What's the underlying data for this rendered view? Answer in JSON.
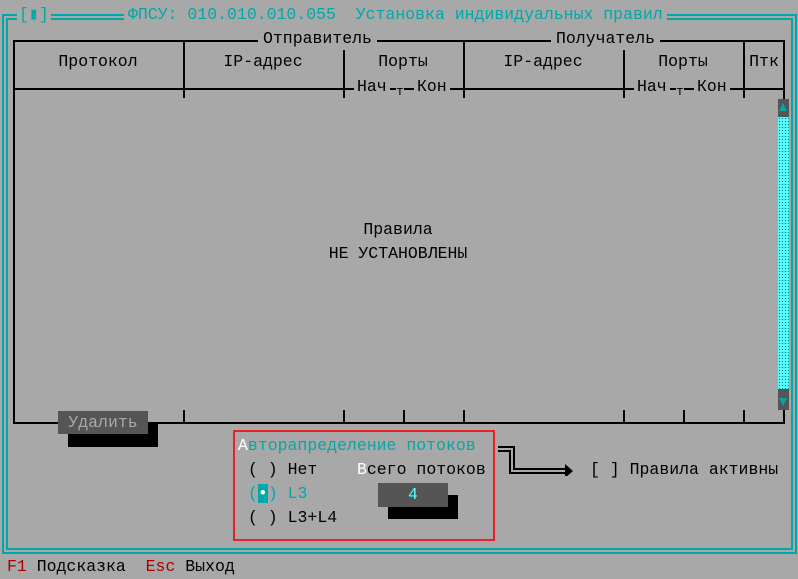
{
  "window": {
    "close_icon": "[▮]",
    "title": "ФПСУ: 010.010.010.055  Установка индивидуальных правил"
  },
  "table": {
    "group_sender": "Отправитель",
    "group_receiver": "Получатель",
    "columns": {
      "protocol": "Протокол",
      "src_ip": "IP-адрес",
      "src_ports": "Порты",
      "dst_ip": "IP-адрес",
      "dst_ports": "Порты",
      "ptk": "Птк"
    },
    "port_start": "Нач",
    "port_end": "Кон",
    "empty_line1": "Правила",
    "empty_line2": "НЕ УСТАНОВЛЕНЫ"
  },
  "delete_button": "Удалить",
  "autodist": {
    "hotkey": "А",
    "title_rest": "вторапределение потоков",
    "options": [
      {
        "label": "Нет",
        "selected": false
      },
      {
        "label": "L3",
        "selected": true
      },
      {
        "label": "L3+L4",
        "selected": false
      }
    ],
    "total_hotkey": "В",
    "total_rest": "сего потоков",
    "total_value": "4"
  },
  "rules_active": {
    "checkbox": "[ ]",
    "label": "Правила активны",
    "checked": false
  },
  "statusbar": [
    {
      "key": "F1",
      "label": "Подсказка"
    },
    {
      "key": "Esc",
      "label": "Выход"
    }
  ],
  "colors": {
    "background": "#a8a8a8",
    "accent": "#00a8a8",
    "hotkey": "#a80000",
    "highlight": "#e8202a"
  }
}
